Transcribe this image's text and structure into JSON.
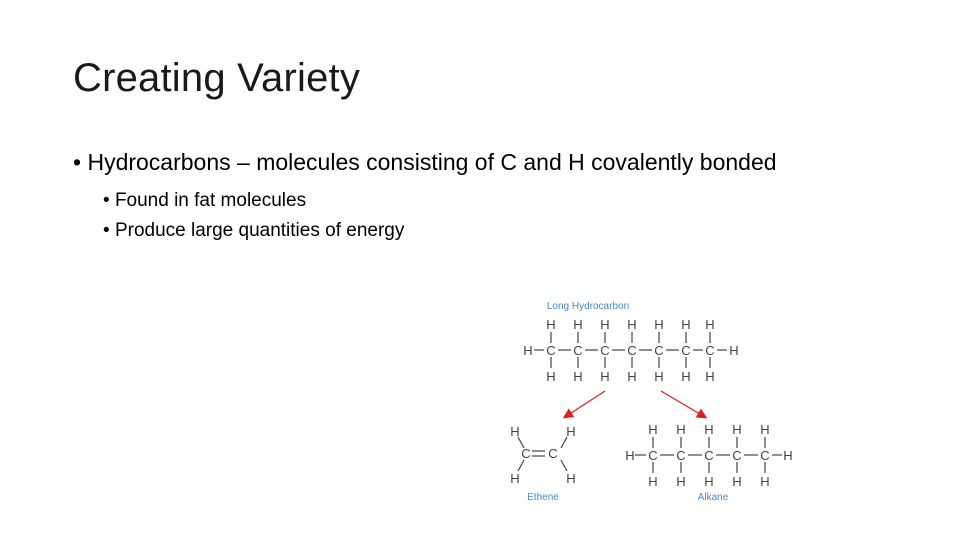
{
  "slide": {
    "title": "Creating Variety",
    "bullet_main": "Hydrocarbons – molecules consisting of C and H covalently bonded",
    "sub_bullets": [
      "Found in fat molecules",
      "Produce large quantities of energy"
    ],
    "bullet_char": "•"
  },
  "figure": {
    "long_label": "Long Hydrocarbon",
    "ethene_label": "Ethene",
    "alkane_label": "Alkane",
    "arrow_color": "#e02020",
    "label_color": "#4a8ac9",
    "atom_color": "#444444"
  }
}
